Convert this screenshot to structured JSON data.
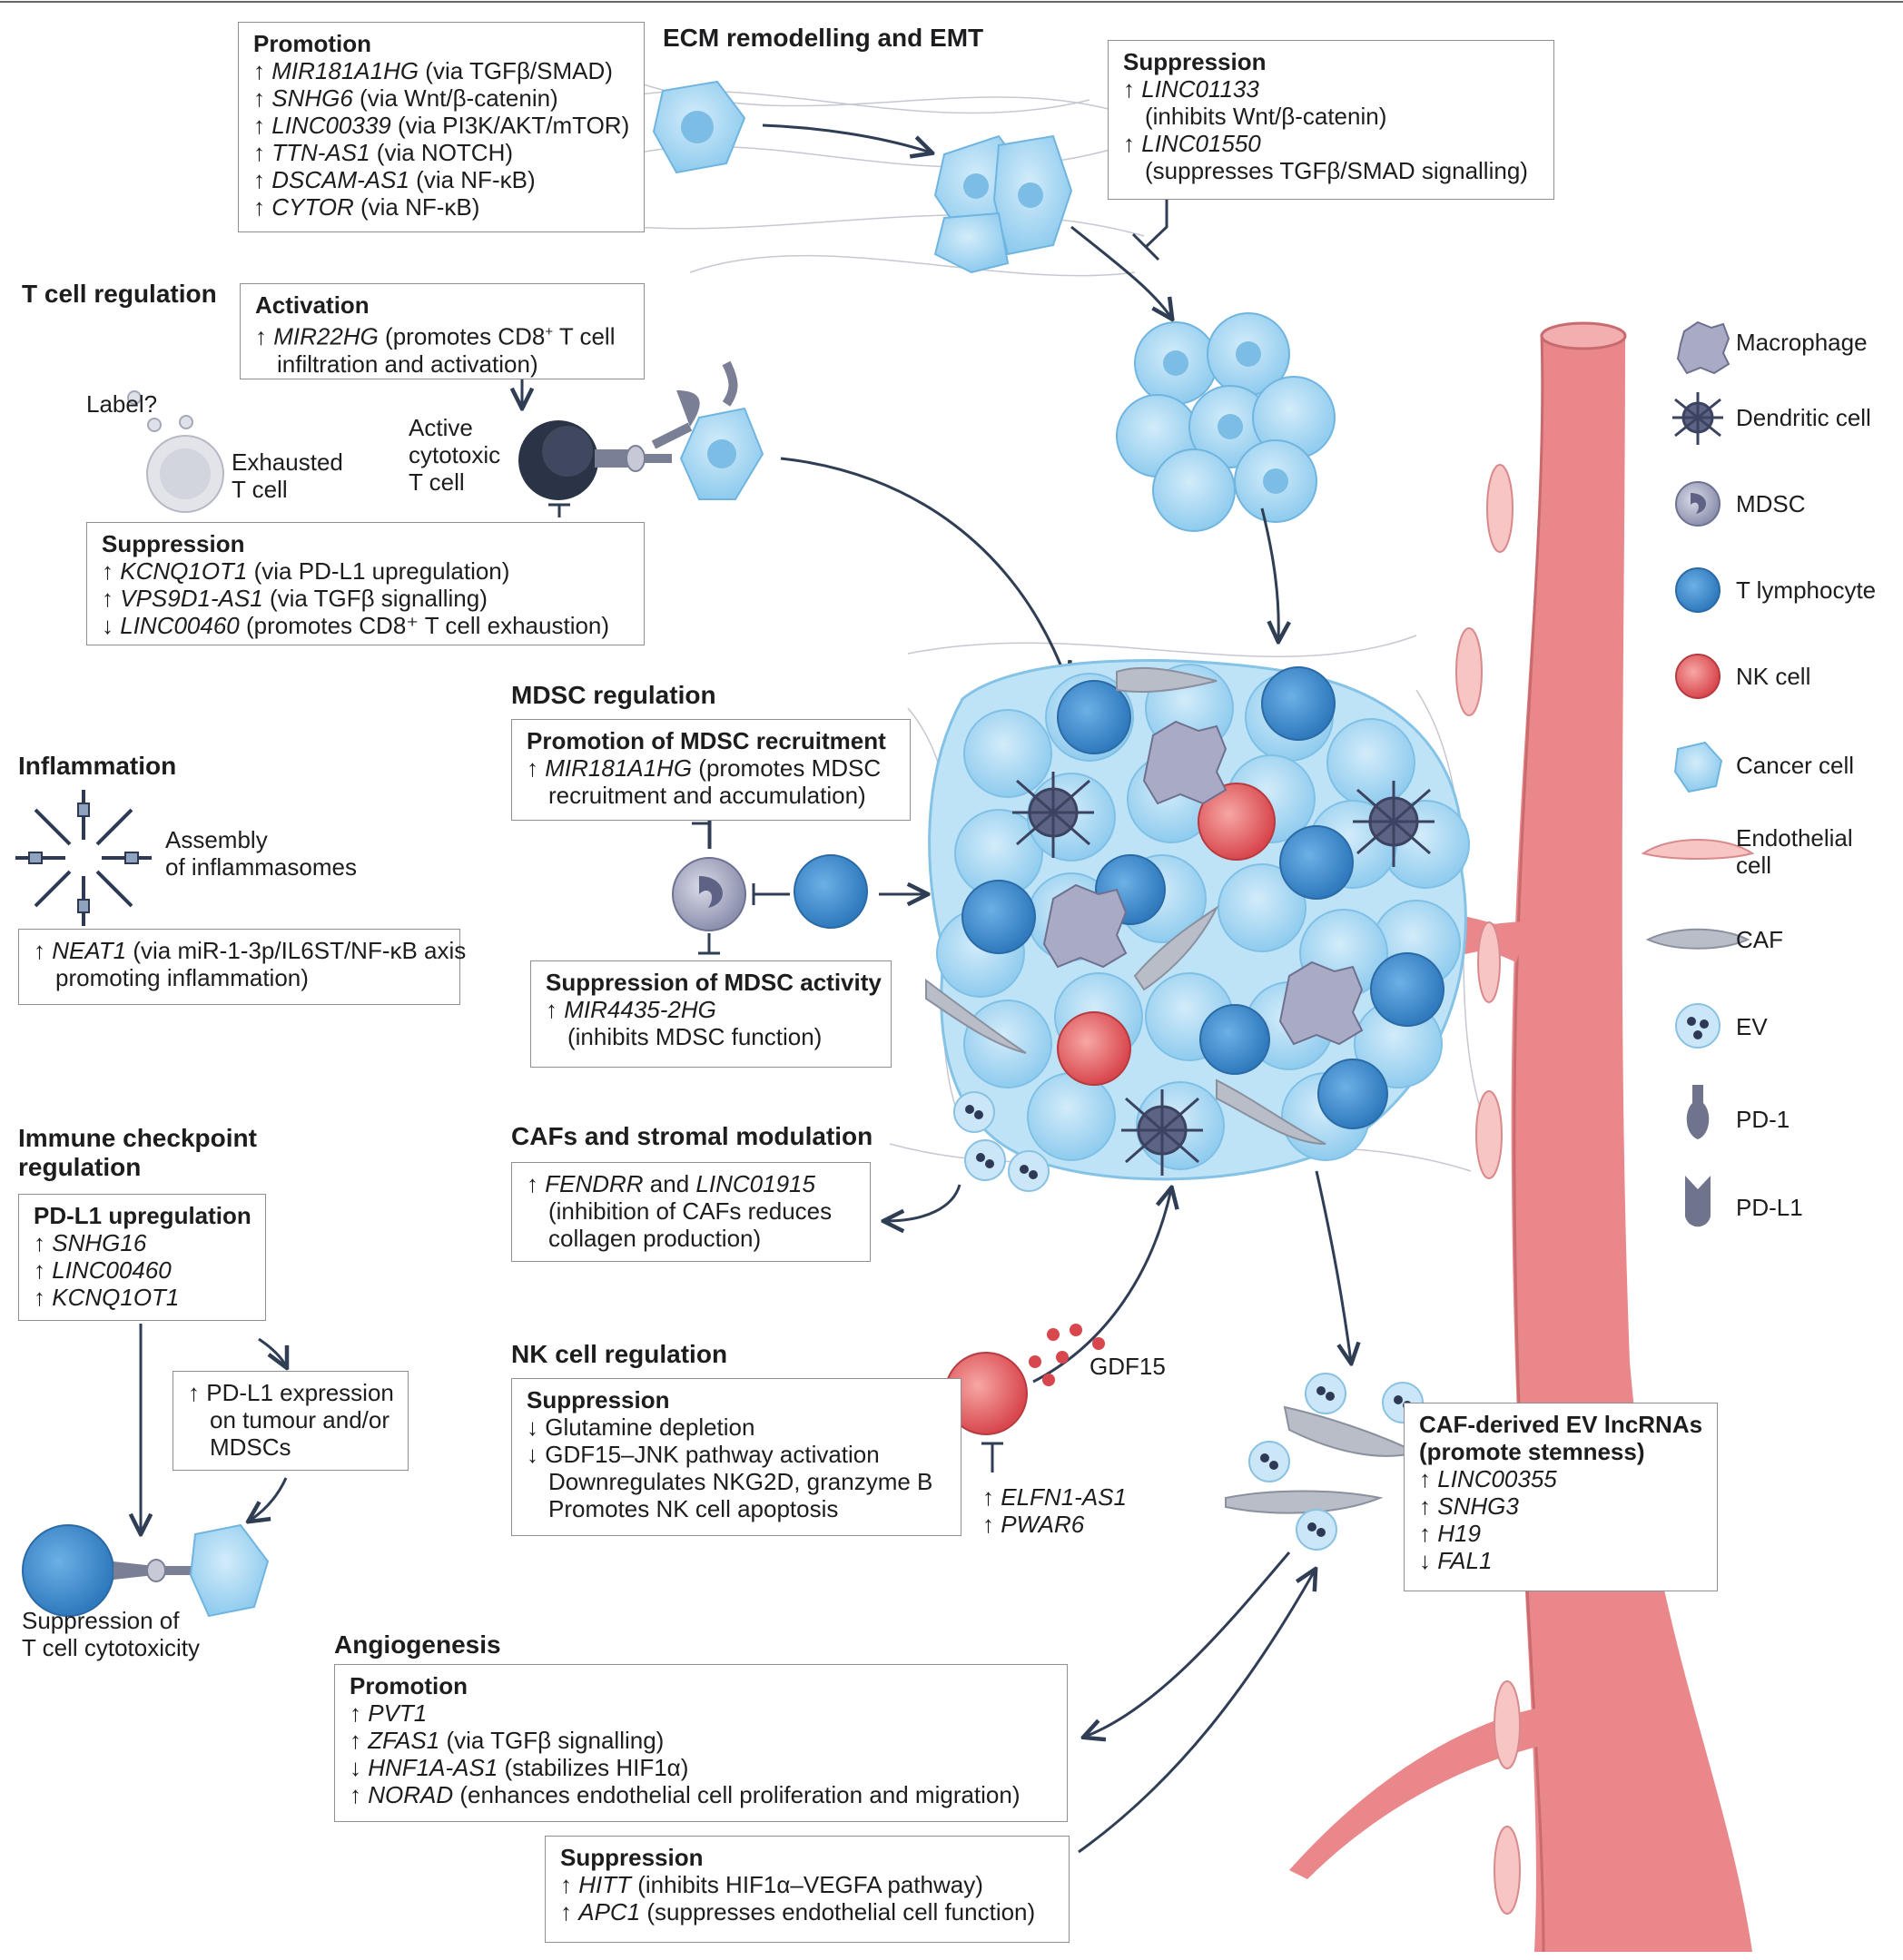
{
  "ecm": {
    "heading": "ECM remodelling and EMT",
    "promotion": {
      "title": "Promotion",
      "items": [
        {
          "arrow": "↑",
          "gene": "MIR181A1HG",
          "note": " (via TGFβ/SMAD)"
        },
        {
          "arrow": "↑",
          "gene": "SNHG6",
          "note": " (via Wnt/β-catenin)"
        },
        {
          "arrow": "↑",
          "gene": "LINC00339",
          "note": " (via PI3K/AKT/mTOR)"
        },
        {
          "arrow": "↑",
          "gene": "TTN-AS1",
          "note": " (via NOTCH)"
        },
        {
          "arrow": "↑",
          "gene": "DSCAM-AS1",
          "note": " (via NF-κB)"
        },
        {
          "arrow": "↑",
          "gene": "CYTOR",
          "note": " (via NF-κB)"
        }
      ]
    },
    "suppression": {
      "title": "Suppression",
      "items": [
        {
          "arrow": "↑",
          "gene": "LINC01133",
          "note": "(inhibits Wnt/β-catenin)"
        },
        {
          "arrow": "↑",
          "gene": "LINC01550",
          "note": "(suppresses TGFβ/SMAD signalling)"
        }
      ]
    }
  },
  "tcell": {
    "heading": "T cell regulation",
    "activation": {
      "title": "Activation",
      "arrow": "↑",
      "gene": "MIR22HG",
      "note1": " (promotes CD8",
      "sup": "+",
      "note1b": " T cell",
      "note2": "infiltration and activation)"
    },
    "label_q": "Label?",
    "exhausted": [
      "Exhausted",
      "T cell"
    ],
    "active": [
      "Active",
      "cytotoxic",
      "T cell"
    ],
    "suppression": {
      "title": "Suppression",
      "items": [
        {
          "arrow": "↑",
          "gene": "KCNQ1OT1",
          "note": " (via PD-L1 upregulation)"
        },
        {
          "arrow": "↑",
          "gene": "VPS9D1-AS1",
          "note": " (via TGFβ signalling)"
        },
        {
          "arrow": "↓",
          "gene": "LINC00460",
          "note": " (promotes CD8⁺ T cell exhaustion)"
        }
      ]
    }
  },
  "inflammation": {
    "heading": "Inflammation",
    "assembly": [
      "Assembly",
      "of inflammasomes"
    ],
    "box": {
      "arrow": "↑",
      "gene": "NEAT1",
      "note1": " (via miR-1-3p/IL6ST/NF-κB axis",
      "note2": "promoting inflammation)"
    }
  },
  "checkpoint": {
    "heading": [
      "Immune checkpoint",
      "regulation"
    ],
    "pdl1": {
      "title": "PD-L1 upregulation",
      "items": [
        {
          "arrow": "↑",
          "gene": "SNHG16"
        },
        {
          "arrow": "↑",
          "gene": "LINC00460"
        },
        {
          "arrow": "↑",
          "gene": "KCNQ1OT1"
        }
      ]
    },
    "expression": [
      "↑ PD-L1 expression",
      "on tumour and/or",
      "MDSCs"
    ],
    "caption": [
      "Suppression of",
      "T cell cytotoxicity"
    ]
  },
  "mdsc": {
    "heading": "MDSC regulation",
    "promotion": {
      "title": "Promotion of MDSC recruitment",
      "arrow": "↑",
      "gene": "MIR181A1HG",
      "note1": " (promotes MDSC",
      "note2": "recruitment and accumulation)"
    },
    "suppression": {
      "title": "Suppression of MDSC activity",
      "arrow": "↑",
      "gene": "MIR4435-2HG",
      "note2": "(inhibits MDSC function)"
    }
  },
  "caf": {
    "heading": "CAFs and stromal modulation",
    "line1_arrow": "↑",
    "gene1": "FENDRR",
    "and": " and ",
    "gene2": "LINC01915",
    "line2": "(inhibition of CAFs reduces",
    "line3": "collagen production)"
  },
  "nk": {
    "heading": "NK cell regulation",
    "suppression": {
      "title": "Suppression",
      "lines": [
        "↓ Glutamine depletion",
        "↓ GDF15–JNK pathway activation",
        "Downregulates NKG2D, granzyme B",
        "Promotes NK cell apoptosis"
      ]
    },
    "gdf15": "GDF15",
    "genes": [
      {
        "arrow": "↑",
        "gene": "ELFN1-AS1"
      },
      {
        "arrow": "↑",
        "gene": "PWAR6"
      }
    ]
  },
  "cafev": {
    "title": [
      "CAF-derived EV lncRNAs",
      "(promote stemness)"
    ],
    "items": [
      {
        "arrow": "↑",
        "gene": "LINC00355"
      },
      {
        "arrow": "↑",
        "gene": "SNHG3"
      },
      {
        "arrow": "↑",
        "gene": "H19"
      },
      {
        "arrow": "↓",
        "gene": "FAL1"
      }
    ]
  },
  "angio": {
    "heading": "Angiogenesis",
    "promotion": {
      "title": "Promotion",
      "items": [
        {
          "arrow": "↑",
          "gene": "PVT1",
          "note": ""
        },
        {
          "arrow": "↑",
          "gene": "ZFAS1",
          "note": " (via TGFβ signalling)"
        },
        {
          "arrow": "↓",
          "gene": "HNF1A-AS1",
          "note": " (stabilizes HIF1α)"
        },
        {
          "arrow": "↑",
          "gene": "NORAD",
          "note": " (enhances endothelial cell proliferation and migration)"
        }
      ]
    },
    "suppression": {
      "title": "Suppression",
      "items": [
        {
          "arrow": "↑",
          "gene": "HITT",
          "note": " (inhibits HIF1α–VEGFA pathway)"
        },
        {
          "arrow": "↑",
          "gene": "APC1",
          "note": " (suppresses endothelial cell function)"
        }
      ]
    }
  },
  "legend": [
    {
      "icon": "macrophage-icon",
      "label": [
        "Macrophage"
      ]
    },
    {
      "icon": "dendritic-cell-icon",
      "label": [
        "Dendritic cell"
      ]
    },
    {
      "icon": "mdsc-icon",
      "label": [
        "MDSC"
      ]
    },
    {
      "icon": "t-lymphocyte-icon",
      "label": [
        "T lymphocyte"
      ]
    },
    {
      "icon": "nk-cell-icon",
      "label": [
        "NK cell"
      ]
    },
    {
      "icon": "cancer-cell-icon",
      "label": [
        "Cancer cell"
      ]
    },
    {
      "icon": "endothelial-cell-icon",
      "label": [
        "Endothelial",
        "cell"
      ]
    },
    {
      "icon": "caf-icon",
      "label": [
        "CAF"
      ]
    },
    {
      "icon": "ev-icon",
      "label": [
        "EV"
      ]
    },
    {
      "icon": "pd-1-icon",
      "label": [
        "PD-1"
      ]
    },
    {
      "icon": "pd-l1-icon",
      "label": [
        "PD-L1"
      ]
    }
  ],
  "colors": {
    "cancer": "#a9d8f2",
    "tcell": "#3f8fcf",
    "nk": "#e05a5e",
    "vessel": "#e8888c",
    "mdsc": "#9fa3bd",
    "caf": "#b4bac6",
    "arrow": "#2f3e55"
  }
}
